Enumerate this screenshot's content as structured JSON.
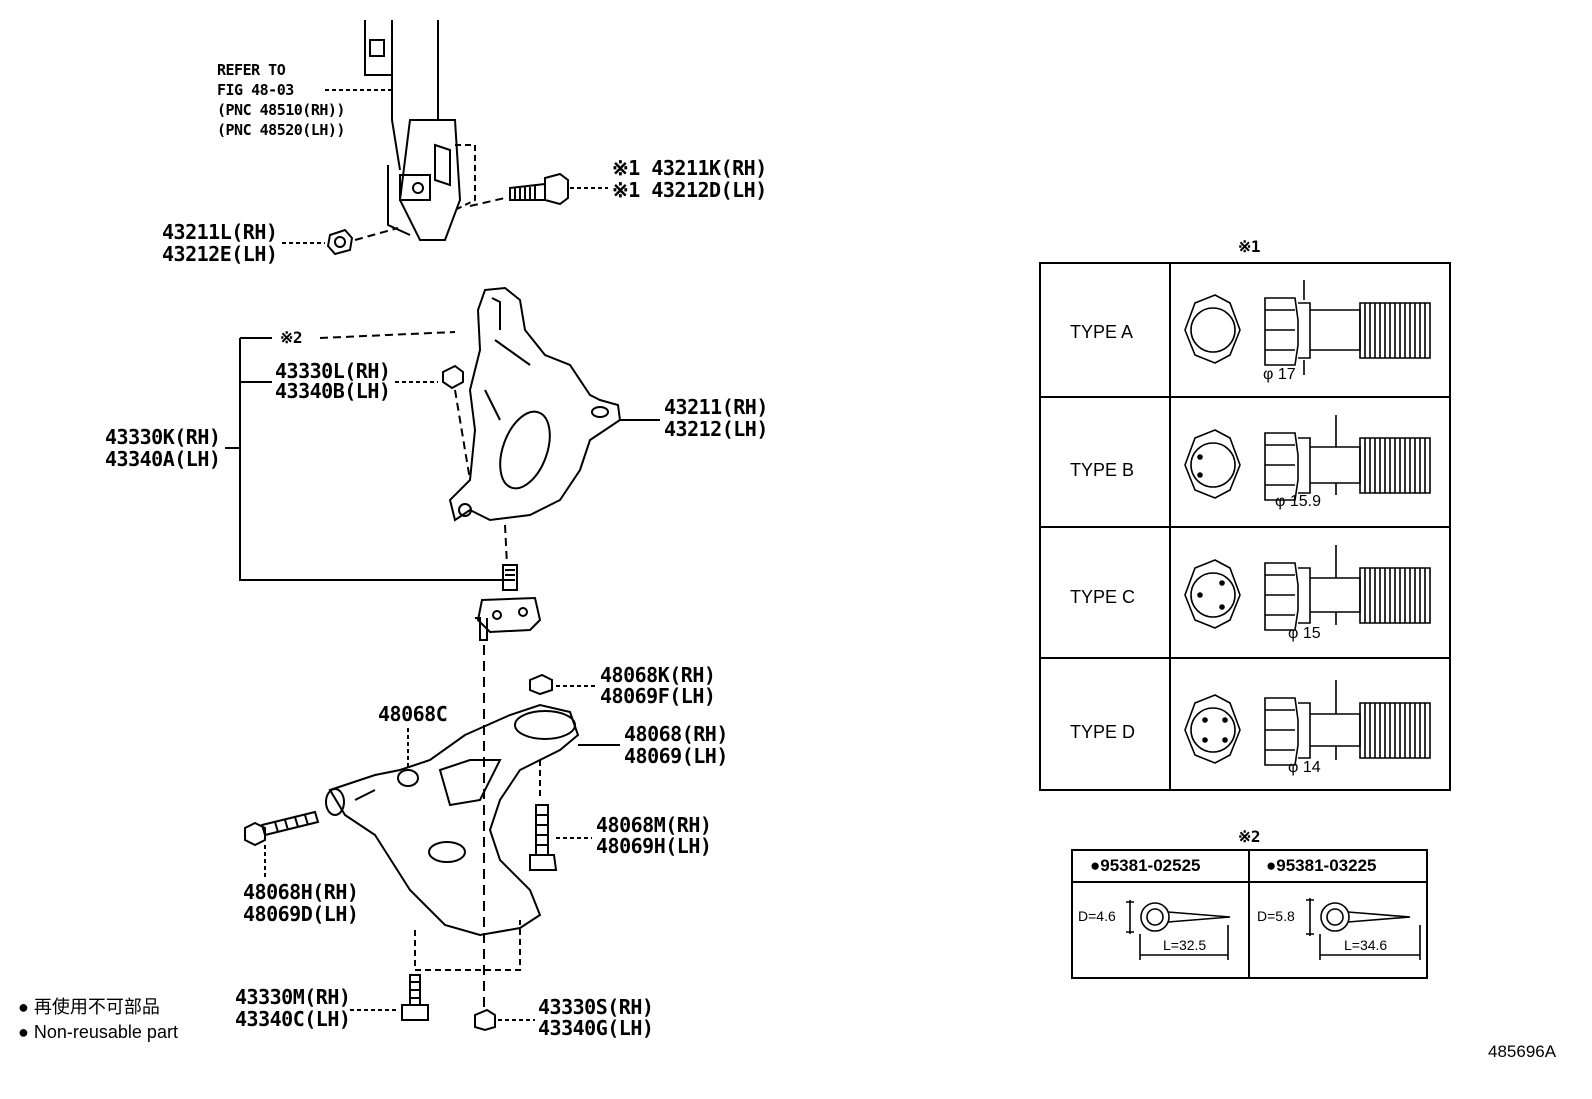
{
  "refer": {
    "line1": "REFER TO",
    "line2": "FIG 48-03",
    "line3": "(PNC 48510(RH))",
    "line4": "(PNC 48520(LH))"
  },
  "parts": {
    "p43211K": "※1 43211K(RH)",
    "p43212D": "※1 43212D(LH)",
    "p43211L": "43211L(RH)",
    "p43212E": "43212E(LH)",
    "mark2": "※2",
    "p43330L": "43330L(RH)",
    "p43340B": "43340B(LH)",
    "p43330K": "43330K(RH)",
    "p43340A": "43340A(LH)",
    "p43211": "43211(RH)",
    "p43212": "43212(LH)",
    "p48068K": "48068K(RH)",
    "p48069F": "48069F(LH)",
    "p48068C": "48068C",
    "p48068": "48068(RH)",
    "p48069": "48069(LH)",
    "p48068M": "48068M(RH)",
    "p48069H": "48069H(LH)",
    "p48068H": "48068H(RH)",
    "p48069D": "48069D(LH)",
    "p43330M": "43330M(RH)",
    "p43340C": "43340C(LH)",
    "p43330S": "43330S(RH)",
    "p43340G": "43340G(LH)"
  },
  "legend": {
    "jp": "● 再使用不可部品",
    "en": "● Non-reusable part"
  },
  "table1": {
    "mark": "※1",
    "rows": [
      {
        "type": "TYPE A",
        "dia": "φ 17"
      },
      {
        "type": "TYPE B",
        "dia": "φ 15.9"
      },
      {
        "type": "TYPE C",
        "dia": "φ 15"
      },
      {
        "type": "TYPE D",
        "dia": "φ 14"
      }
    ]
  },
  "table2": {
    "mark": "※2",
    "col1": "●95381-02525",
    "col2": "●95381-03225",
    "d1": "D=4.6",
    "l1": "L=32.5",
    "d2": "D=5.8",
    "l2": "L=34.6"
  },
  "figure_id": "485696A"
}
